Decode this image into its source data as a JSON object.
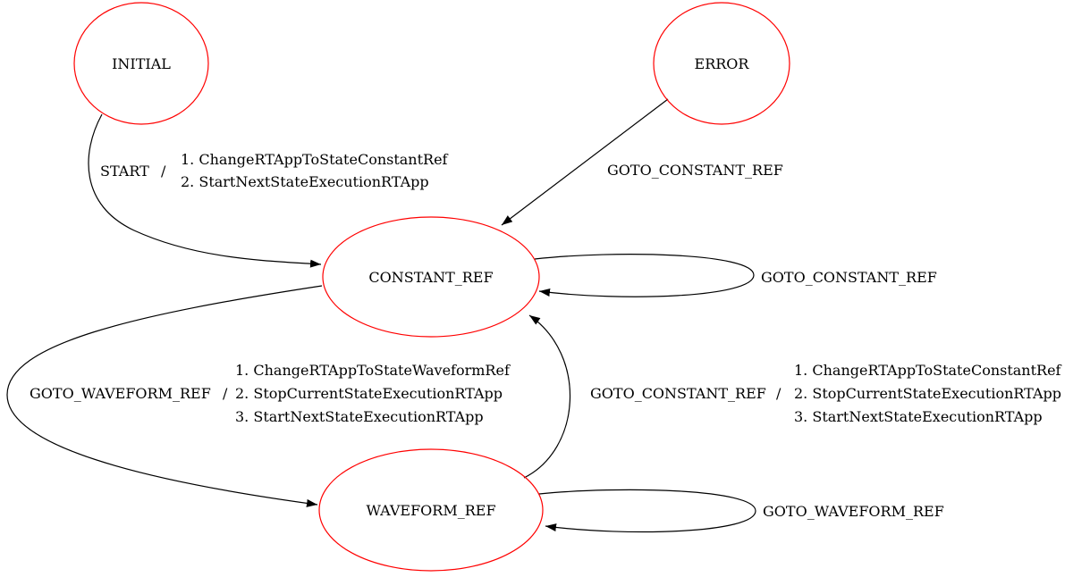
{
  "diagram": {
    "type": "state-machine",
    "colors": {
      "node_stroke": "#ff0000",
      "edge": "#000000",
      "text": "#000000",
      "background": "#ffffff"
    },
    "nodes": {
      "initial": {
        "label": "INITIAL"
      },
      "error": {
        "label": "ERROR"
      },
      "constant_ref": {
        "label": "CONSTANT_REF"
      },
      "waveform_ref": {
        "label": "WAVEFORM_REF"
      }
    },
    "edges": {
      "initial_to_constant": {
        "event": "START",
        "separator": "/",
        "actions": [
          "1. ChangeRTAppToStateConstantRef",
          "2. StartNextStateExecutionRTApp"
        ]
      },
      "error_to_constant": {
        "event": "GOTO_CONSTANT_REF"
      },
      "constant_self": {
        "event": "GOTO_CONSTANT_REF"
      },
      "constant_to_waveform": {
        "event": "GOTO_WAVEFORM_REF",
        "separator": "/",
        "actions": [
          "1. ChangeRTAppToStateWaveformRef",
          "2. StopCurrentStateExecutionRTApp",
          "3. StartNextStateExecutionRTApp"
        ]
      },
      "waveform_to_constant": {
        "event": "GOTO_CONSTANT_REF",
        "separator": "/",
        "actions": [
          "1. ChangeRTAppToStateConstantRef",
          "2. StopCurrentStateExecutionRTApp",
          "3. StartNextStateExecutionRTApp"
        ]
      },
      "waveform_self": {
        "event": "GOTO_WAVEFORM_REF"
      }
    }
  }
}
